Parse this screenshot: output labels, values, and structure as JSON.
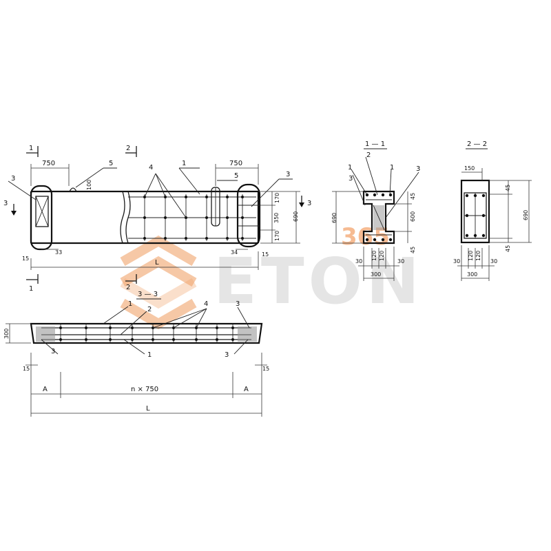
{
  "watermark": {
    "brand": "ETON",
    "number": "365",
    "logo_color": "#f0a36a",
    "text_color": "#cfcfcf"
  },
  "plan_view": {
    "section_mark_1": "1",
    "section_mark_2": "2",
    "section_mark_3": "3",
    "dim_left_top": "750",
    "dim_right_top": "750",
    "dim_100": "100",
    "dim_170_top": "170",
    "dim_350": "350",
    "dim_170_bottom": "170",
    "dim_690": "690",
    "dim_15_left": "15",
    "dim_15_right": "15",
    "dim_33": "33",
    "dim_34": "34",
    "dim_L": "L",
    "callout_1": "1",
    "callout_3_left": "3",
    "callout_3_right": "3",
    "callout_4": "4",
    "callout_5_left": "5",
    "callout_5_right": "5"
  },
  "section_1_1": {
    "title": "1 — 1",
    "callout_2": "2",
    "callout_1_left": "1",
    "callout_1_right": "1",
    "callout_3_left": "3",
    "callout_3_right": "3",
    "dim_690": "690",
    "dim_600": "600",
    "dim_45_top": "45",
    "dim_45_bottom": "45",
    "dim_30_left": "30",
    "dim_120_a": "120",
    "dim_120_b": "120",
    "dim_30_right": "30",
    "dim_300": "300"
  },
  "section_2_2": {
    "title": "2 — 2",
    "dim_150": "150",
    "dim_45_top": "45",
    "dim_45_bottom": "45",
    "dim_690": "690",
    "dim_30_left": "30",
    "dim_120_a": "120",
    "dim_120_b": "120",
    "dim_30_right": "30",
    "dim_300": "300"
  },
  "section_3_3": {
    "title": "3 — 3",
    "callout_1_top": "1",
    "callout_2": "2",
    "callout_4": "4",
    "callout_3_top": "3",
    "callout_3_left": "3",
    "callout_1_bottom": "1",
    "callout_3_right": "3",
    "dim_300": "300",
    "dim_15_left": "15",
    "dim_15_right": "15",
    "dim_A_left": "A",
    "dim_n750": "n × 750",
    "dim_A_right": "A",
    "dim_L": "L"
  }
}
